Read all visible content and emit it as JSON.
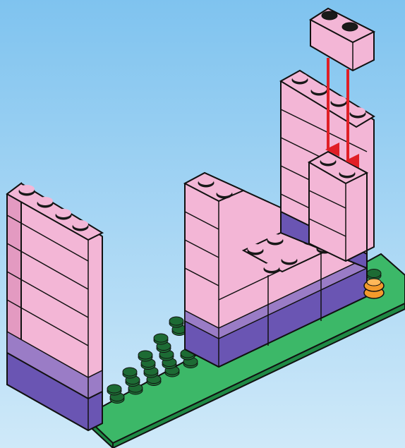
{
  "illustration": {
    "subject": "lego-build-step",
    "colors": {
      "background_top": "#7fc3ef",
      "background_bottom": "#cfe9f9",
      "baseplate": "#3cb868",
      "baseplate_dark": "#1f8a45",
      "brick_pink": "#f3b6d6",
      "brick_pink_shade": "#e39ac1",
      "brick_purple": "#6a55b3",
      "brick_purple_light": "#9a7cc6",
      "stud_dark": "#1a1a1a",
      "accent_orange": "#f39a2c",
      "arrow_red": "#e01f26",
      "outline": "#111111"
    },
    "arrow_count": 2,
    "incoming_brick": "pink 2x1"
  }
}
